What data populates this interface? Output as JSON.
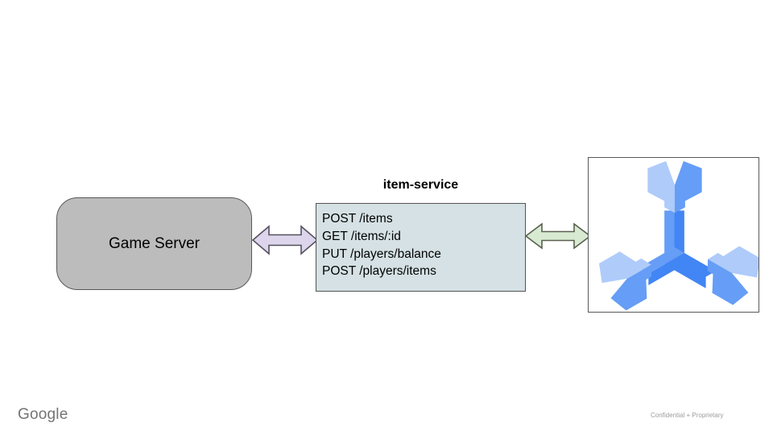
{
  "slide": {
    "background": "#ffffff",
    "footer": {
      "brand": "Google",
      "confidentiality": "Confidential + Proprietary"
    },
    "diagram": {
      "game_server": {
        "label": "Game Server",
        "fill": "#bcbcbc",
        "border_color": "#585858"
      },
      "item_service": {
        "title": "item-service",
        "endpoints": [
          "POST /items",
          "GET /items/:id",
          "PUT /players/balance",
          "POST /players/items"
        ],
        "fill": "#d5e1e4",
        "border_color": "#545454"
      },
      "arrow_left": {
        "type": "bidirectional",
        "fill": "#dcd5ec",
        "stroke": "#56515e"
      },
      "arrow_right": {
        "type": "bidirectional",
        "fill": "#d9ead3",
        "stroke": "#59604f"
      },
      "spanner_icon": {
        "label": "cloud-spanner-icon",
        "color_light": "#aecbfa",
        "color_medium": "#669df6",
        "color_dark": "#4285f4"
      }
    }
  }
}
